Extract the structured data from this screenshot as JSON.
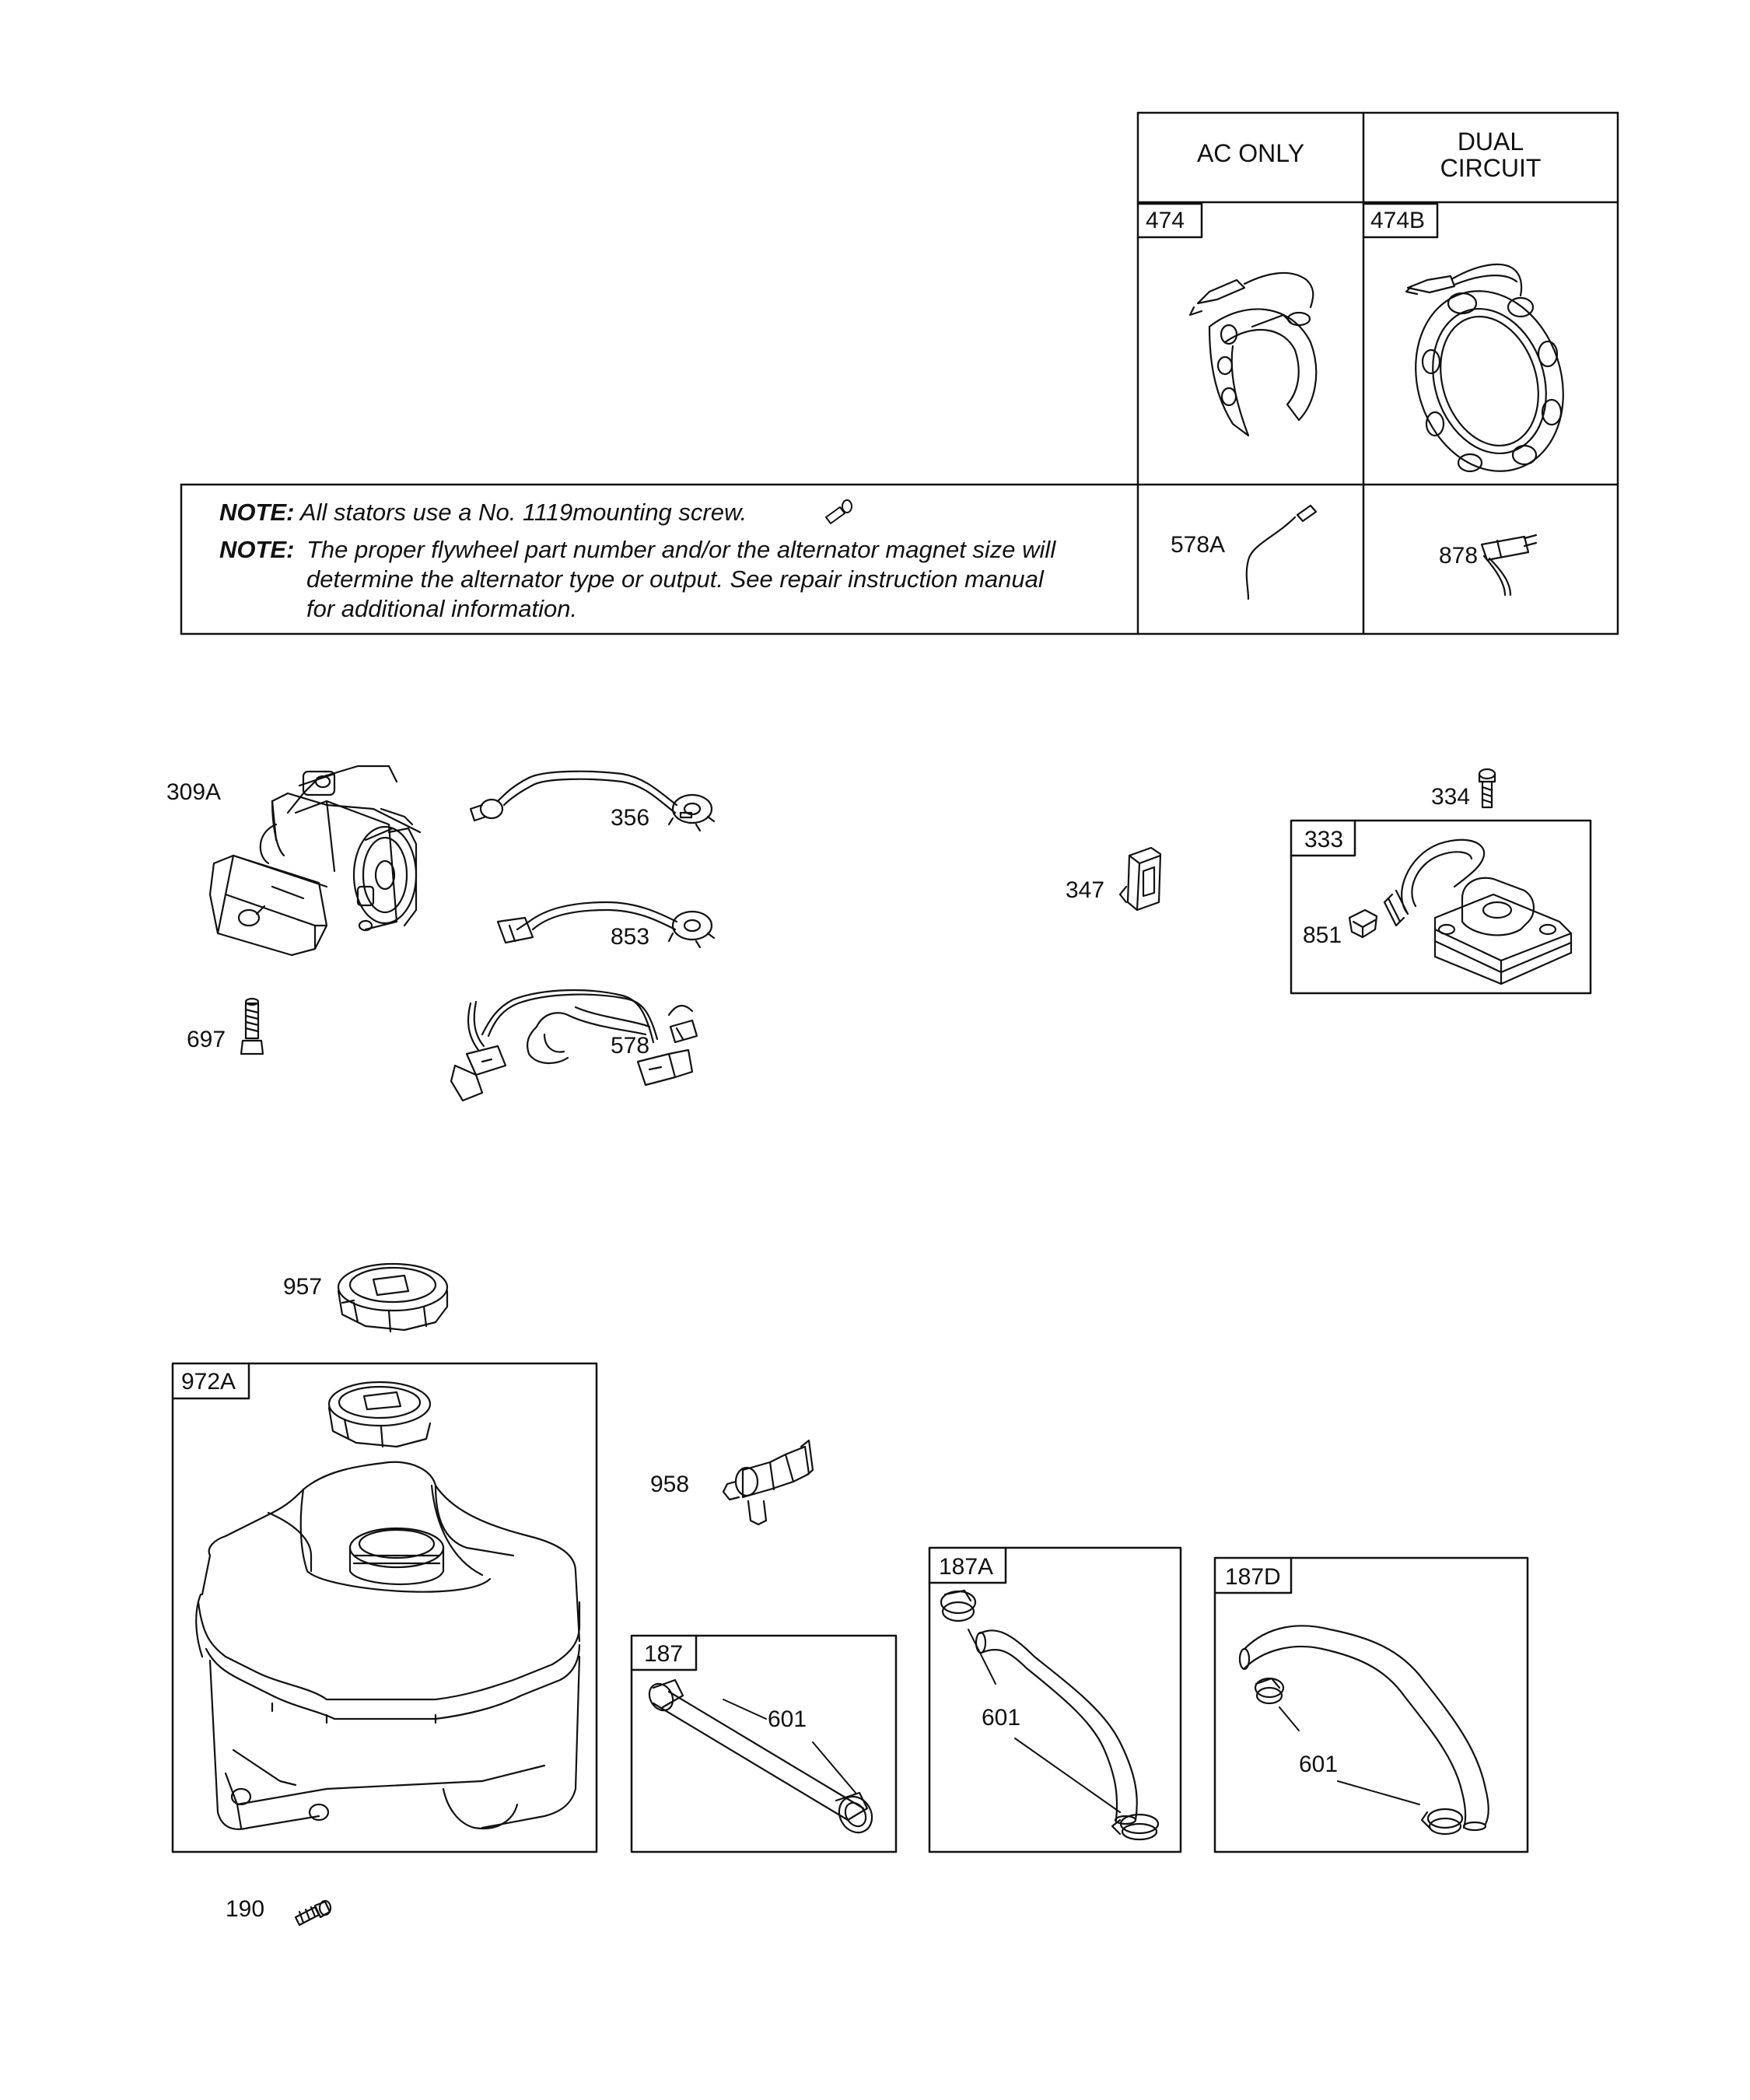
{
  "table": {
    "header_ac": "AC ONLY",
    "header_dual": "DUAL\nCIRCUIT",
    "part_474": "474",
    "part_474b": "474B",
    "part_578a": "578A",
    "part_878": "878"
  },
  "notes": {
    "label": "NOTE:",
    "note1": "All stators use a No. 1119mounting screw.",
    "note2_line1": "The proper flywheel part number and/or the alternator magnet size will",
    "note2_line2": "determine the alternator type or output. See repair instruction manual",
    "note2_line3": "for additional information."
  },
  "parts": {
    "p309a": "309A",
    "p697": "697",
    "p356": "356",
    "p853": "853",
    "p578": "578",
    "p347": "347",
    "p334": "334",
    "p333": "333",
    "p851": "851",
    "p957": "957",
    "p972a": "972A",
    "p958": "958",
    "p187": "187",
    "p187a": "187A",
    "p187d": "187D",
    "p601_a": "601",
    "p601_b": "601",
    "p601_c": "601",
    "p190": "190"
  }
}
